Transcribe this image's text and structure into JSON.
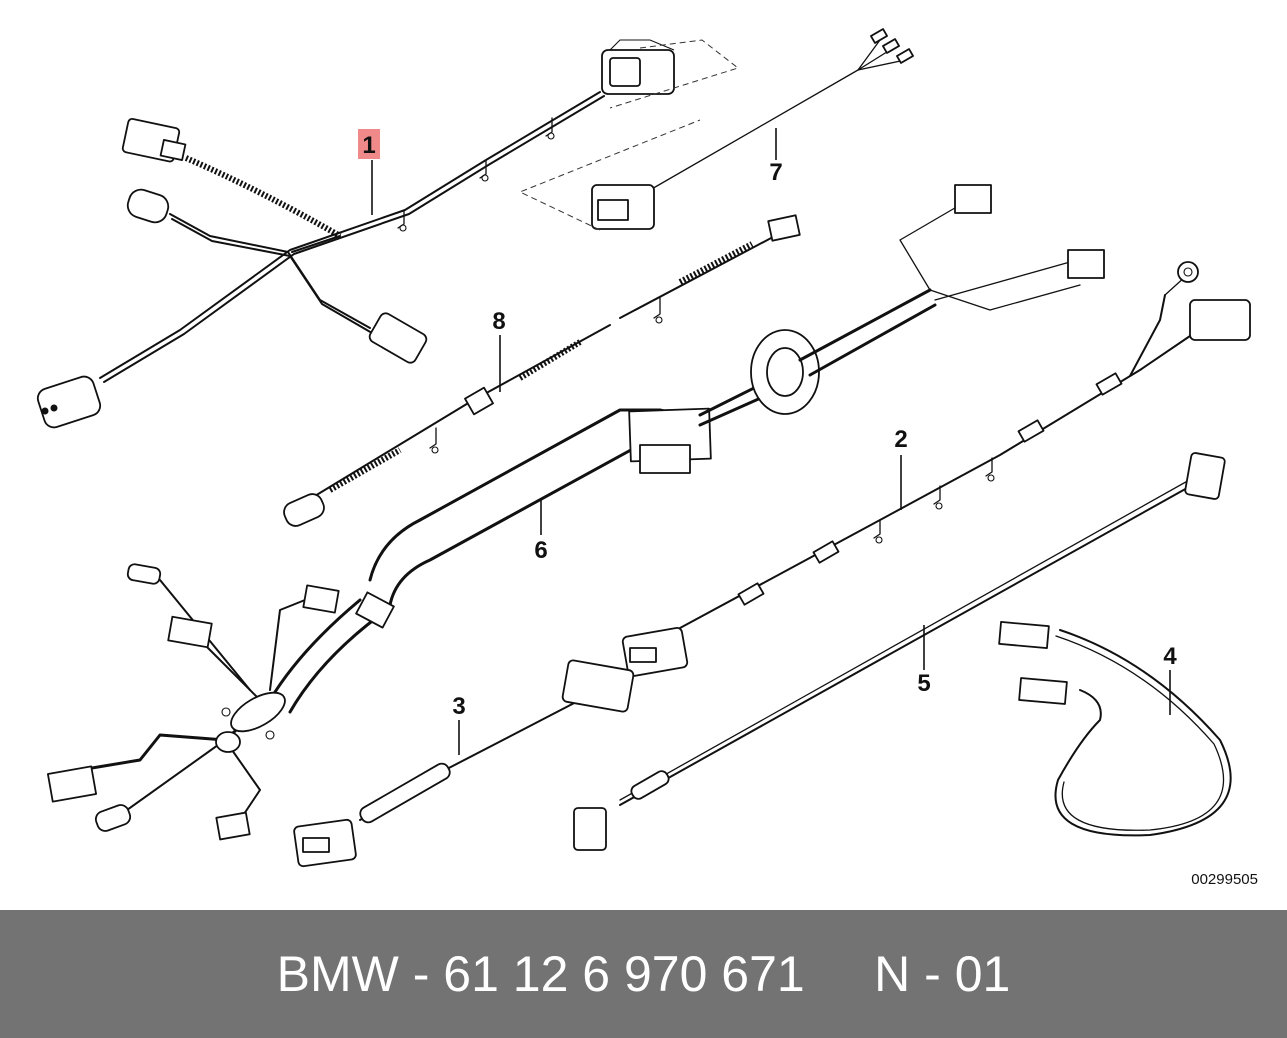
{
  "diagram": {
    "part_numbers": [
      "1",
      "2",
      "3",
      "4",
      "5",
      "6",
      "7",
      "8"
    ],
    "highlighted_part": "1",
    "diagram_code": "00299505"
  },
  "footer": {
    "text": "BMW - 61 12 6 970 671     N - 01"
  },
  "colors": {
    "background": "#ffffff",
    "footer_background": "#737373",
    "footer_text": "#ffffff",
    "highlight": "#f08a8a",
    "ink": "#111111"
  }
}
